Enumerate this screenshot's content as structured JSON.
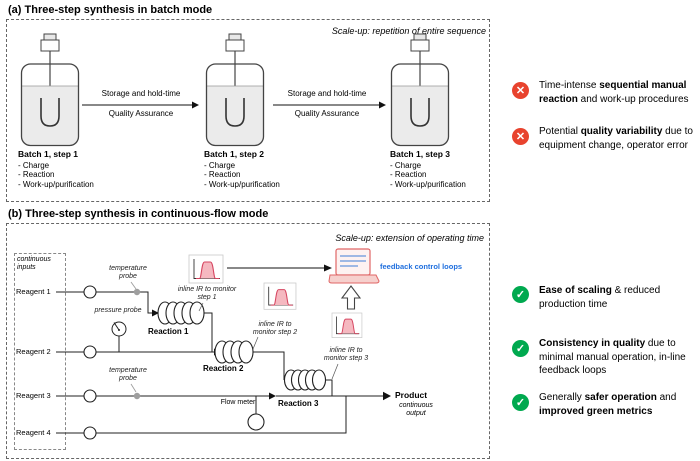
{
  "icons": {
    "cross": "✕",
    "check": "✓"
  },
  "panel_a": {
    "title": "(a) Three-step synthesis in batch mode",
    "scale_up": "Scale-up: repetition of entire sequence",
    "arrow_labels": {
      "top": "Storage and hold-time",
      "bottom": "Quality Assurance"
    },
    "batches": [
      {
        "label": "Batch 1, step 1",
        "items": [
          "Charge",
          "Reaction",
          "Work-up/purification"
        ]
      },
      {
        "label": "Batch 1, step 2",
        "items": [
          "Charge",
          "Reaction",
          "Work-up/purification"
        ]
      },
      {
        "label": "Batch 1, step 3",
        "items": [
          "Charge",
          "Reaction",
          "Work-up/purification"
        ]
      }
    ]
  },
  "panel_b": {
    "title": "(b) Three-step synthesis in continuous-flow mode",
    "scale_up": "Scale-up: extension of operating time",
    "inputs_label": "continuous inputs",
    "reagents": [
      "Reagent 1",
      "Reagent 2",
      "Reagent 3",
      "Reagent 4"
    ],
    "probes": {
      "temp1": "temperature probe",
      "pressure": "pressure probe",
      "temp2": "temperature probe"
    },
    "flow_meter": "Flow meter",
    "reactions": [
      "Reaction 1",
      "Reaction 2",
      "Reaction 3"
    ],
    "monitors": [
      "inline IR to monitor step 1",
      "inline IR to monitor step 2",
      "inline IR to monitor step 3"
    ],
    "feedback": "feedback control loops",
    "product": "Product",
    "product_note": "continuous output"
  },
  "assessments": {
    "cons": [
      {
        "pre": "Time-intense ",
        "bold": "sequential manual reaction",
        "post": " and work-up procedures"
      },
      {
        "pre": "Potential ",
        "bold": "quality variability",
        "post": " due to equipment change, operator error"
      }
    ],
    "pros": [
      {
        "pre": "",
        "bold": "Ease of scaling",
        "mid": "",
        "bold2": "",
        "post": " & reduced production time"
      },
      {
        "pre": "",
        "bold": "Consistency in quality",
        "mid": "",
        "bold2": "",
        "post": " due to minimal manual operation, in-line feedback loops"
      },
      {
        "pre": "Generally ",
        "bold": "safer operation",
        "mid": " and ",
        "bold2": "improved green metrics",
        "post": ""
      }
    ]
  },
  "colors": {
    "con": "#e8432e",
    "pro": "#00a94f",
    "feedback_text": "#1f6fde",
    "peak_fill": "#f5b8c0",
    "peak_stroke": "#d64560"
  }
}
